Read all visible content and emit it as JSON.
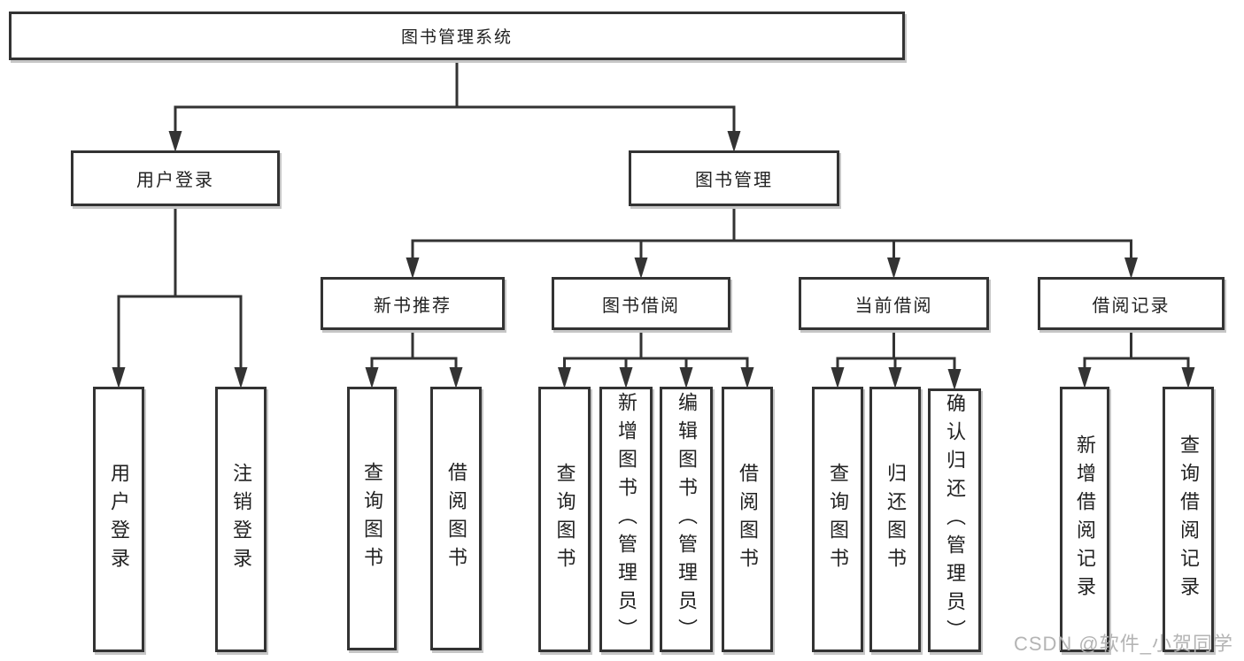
{
  "diagram_title": "图书管理系统",
  "watermark": "CSDN @软件_小贺同学",
  "colors": {
    "line": "#333333",
    "box_border": "#333333",
    "box_shadow": "#c6c6c6",
    "text": "#222222",
    "background": "#ffffff",
    "watermark": "#b4b4b4"
  },
  "nodes": [
    {
      "id": "root",
      "label": "图书管理系统",
      "vertical": false
    },
    {
      "id": "login-group",
      "label": "用户登录",
      "vertical": false
    },
    {
      "id": "book-mgmt",
      "label": "图书管理",
      "vertical": false
    },
    {
      "id": "new-book-rec",
      "label": "新书推荐",
      "vertical": false
    },
    {
      "id": "book-borrow",
      "label": "图书借阅",
      "vertical": false
    },
    {
      "id": "current-borrow",
      "label": "当前借阅",
      "vertical": false
    },
    {
      "id": "borrow-record",
      "label": "借阅记录",
      "vertical": false
    },
    {
      "id": "leaf-user-login",
      "label": "用户登录",
      "vertical": true
    },
    {
      "id": "leaf-logout",
      "label": "注销登录",
      "vertical": true
    },
    {
      "id": "leaf-rec-query",
      "label": "查询图书",
      "vertical": true
    },
    {
      "id": "leaf-rec-borrow",
      "label": "借阅图书",
      "vertical": true
    },
    {
      "id": "leaf-bb-query",
      "label": "查询图书",
      "vertical": true
    },
    {
      "id": "leaf-bb-add",
      "label": "新增图书（管理员）",
      "vertical": true
    },
    {
      "id": "leaf-bb-edit",
      "label": "编辑图书（管理员）",
      "vertical": true
    },
    {
      "id": "leaf-bb-borrow",
      "label": "借阅图书",
      "vertical": true
    },
    {
      "id": "leaf-cb-query",
      "label": "查询图书",
      "vertical": true
    },
    {
      "id": "leaf-cb-return",
      "label": "归还图书",
      "vertical": true
    },
    {
      "id": "leaf-cb-confirm",
      "label": "确认归还（管理员）",
      "vertical": true
    },
    {
      "id": "leaf-br-add",
      "label": "新增借阅记录",
      "vertical": true
    },
    {
      "id": "leaf-br-query",
      "label": "查询借阅记录",
      "vertical": true
    }
  ],
  "edges": [
    [
      "root",
      "login-group"
    ],
    [
      "root",
      "book-mgmt"
    ],
    [
      "login-group",
      "leaf-user-login"
    ],
    [
      "login-group",
      "leaf-logout"
    ],
    [
      "book-mgmt",
      "new-book-rec"
    ],
    [
      "book-mgmt",
      "book-borrow"
    ],
    [
      "book-mgmt",
      "current-borrow"
    ],
    [
      "book-mgmt",
      "borrow-record"
    ],
    [
      "new-book-rec",
      "leaf-rec-query"
    ],
    [
      "new-book-rec",
      "leaf-rec-borrow"
    ],
    [
      "book-borrow",
      "leaf-bb-query"
    ],
    [
      "book-borrow",
      "leaf-bb-add"
    ],
    [
      "book-borrow",
      "leaf-bb-edit"
    ],
    [
      "book-borrow",
      "leaf-bb-borrow"
    ],
    [
      "current-borrow",
      "leaf-cb-query"
    ],
    [
      "current-borrow",
      "leaf-cb-return"
    ],
    [
      "current-borrow",
      "leaf-cb-confirm"
    ],
    [
      "borrow-record",
      "leaf-br-add"
    ],
    [
      "borrow-record",
      "leaf-br-query"
    ]
  ]
}
